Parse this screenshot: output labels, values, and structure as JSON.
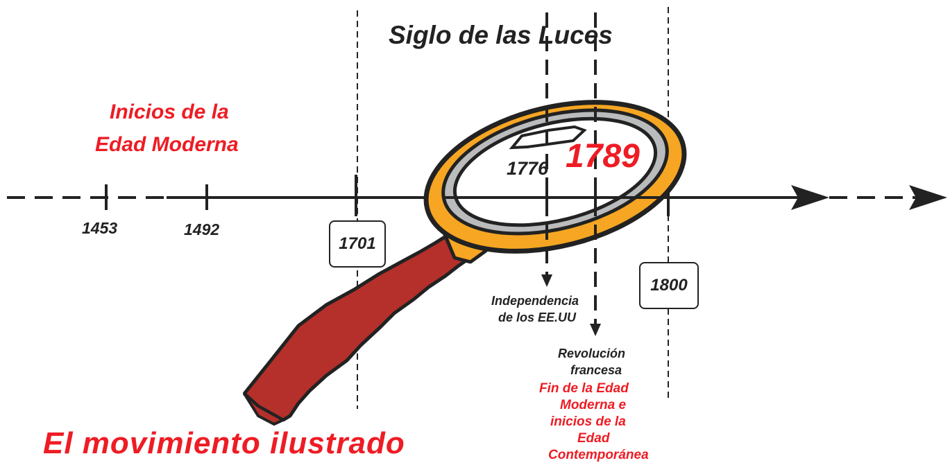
{
  "title": "El movimiento ilustrado",
  "period_label": "Siglo de las Luces",
  "start_era_label": [
    "Inicios de la",
    "Edad Moderna"
  ],
  "years": {
    "y1453": "1453",
    "y1492": "1492",
    "y1701": "1701",
    "y1776": "1776",
    "y1789": "1789",
    "y1800": "1800"
  },
  "events": {
    "independence": [
      "Independencia",
      "de los EE.UU"
    ],
    "revolution": [
      "Revolución",
      "francesa"
    ],
    "era_change": [
      "Fin de la Edad",
      "Moderna e",
      "inicios de la",
      "Edad",
      "Contemporánea"
    ]
  },
  "colors": {
    "accent_red": "#ee1c24",
    "handle": "#b5302b",
    "rim": "#f6a623",
    "lens_ring": "#b9bbbd",
    "ink": "#222222"
  }
}
